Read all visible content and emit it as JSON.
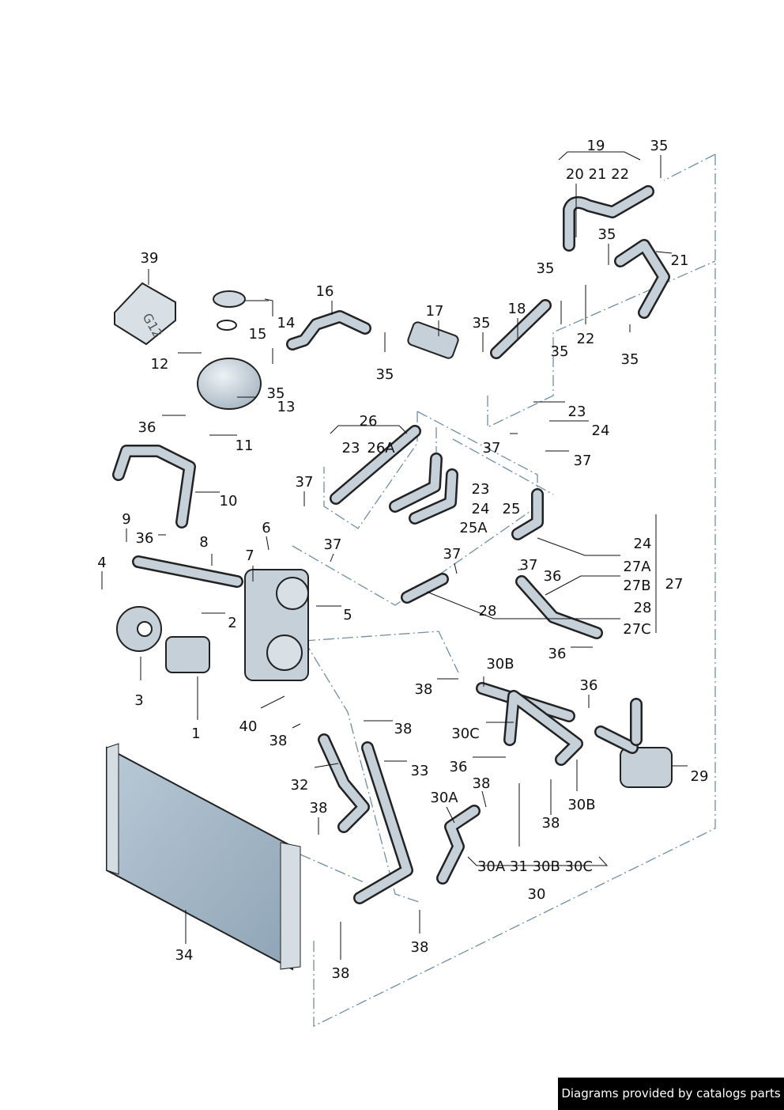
{
  "diagram": {
    "callouts": [
      "19",
      "35",
      "20 21 22",
      "35",
      "21",
      "35",
      "16",
      "39",
      "17",
      "18",
      "35",
      "14",
      "15",
      "22",
      "35",
      "35",
      "12",
      "35",
      "35",
      "13",
      "26",
      "23",
      "24",
      "36",
      "23",
      "26A",
      "37",
      "11",
      "37",
      "23",
      "37",
      "10",
      "24",
      "25",
      "9",
      "6",
      "25A",
      "36",
      "8",
      "24",
      "37",
      "4",
      "7",
      "37",
      "37",
      "27A",
      "36",
      "27",
      "27B",
      "5",
      "2",
      "28",
      "28",
      "27C",
      "36",
      "30B",
      "3",
      "36",
      "38",
      "40",
      "38",
      "30C",
      "1",
      "38",
      "36",
      "33",
      "29",
      "32",
      "38",
      "30A",
      "30B",
      "38",
      "38",
      "30A 31 30B 30C",
      "30",
      "34",
      "38",
      "38"
    ],
    "container_label": "G12",
    "line_color": "#6f8fa6",
    "part_fill": "#c5d0d9",
    "radiator_fill": "#a9bccb"
  },
  "footer": {
    "credit": "Diagrams provided by catalogs parts"
  }
}
